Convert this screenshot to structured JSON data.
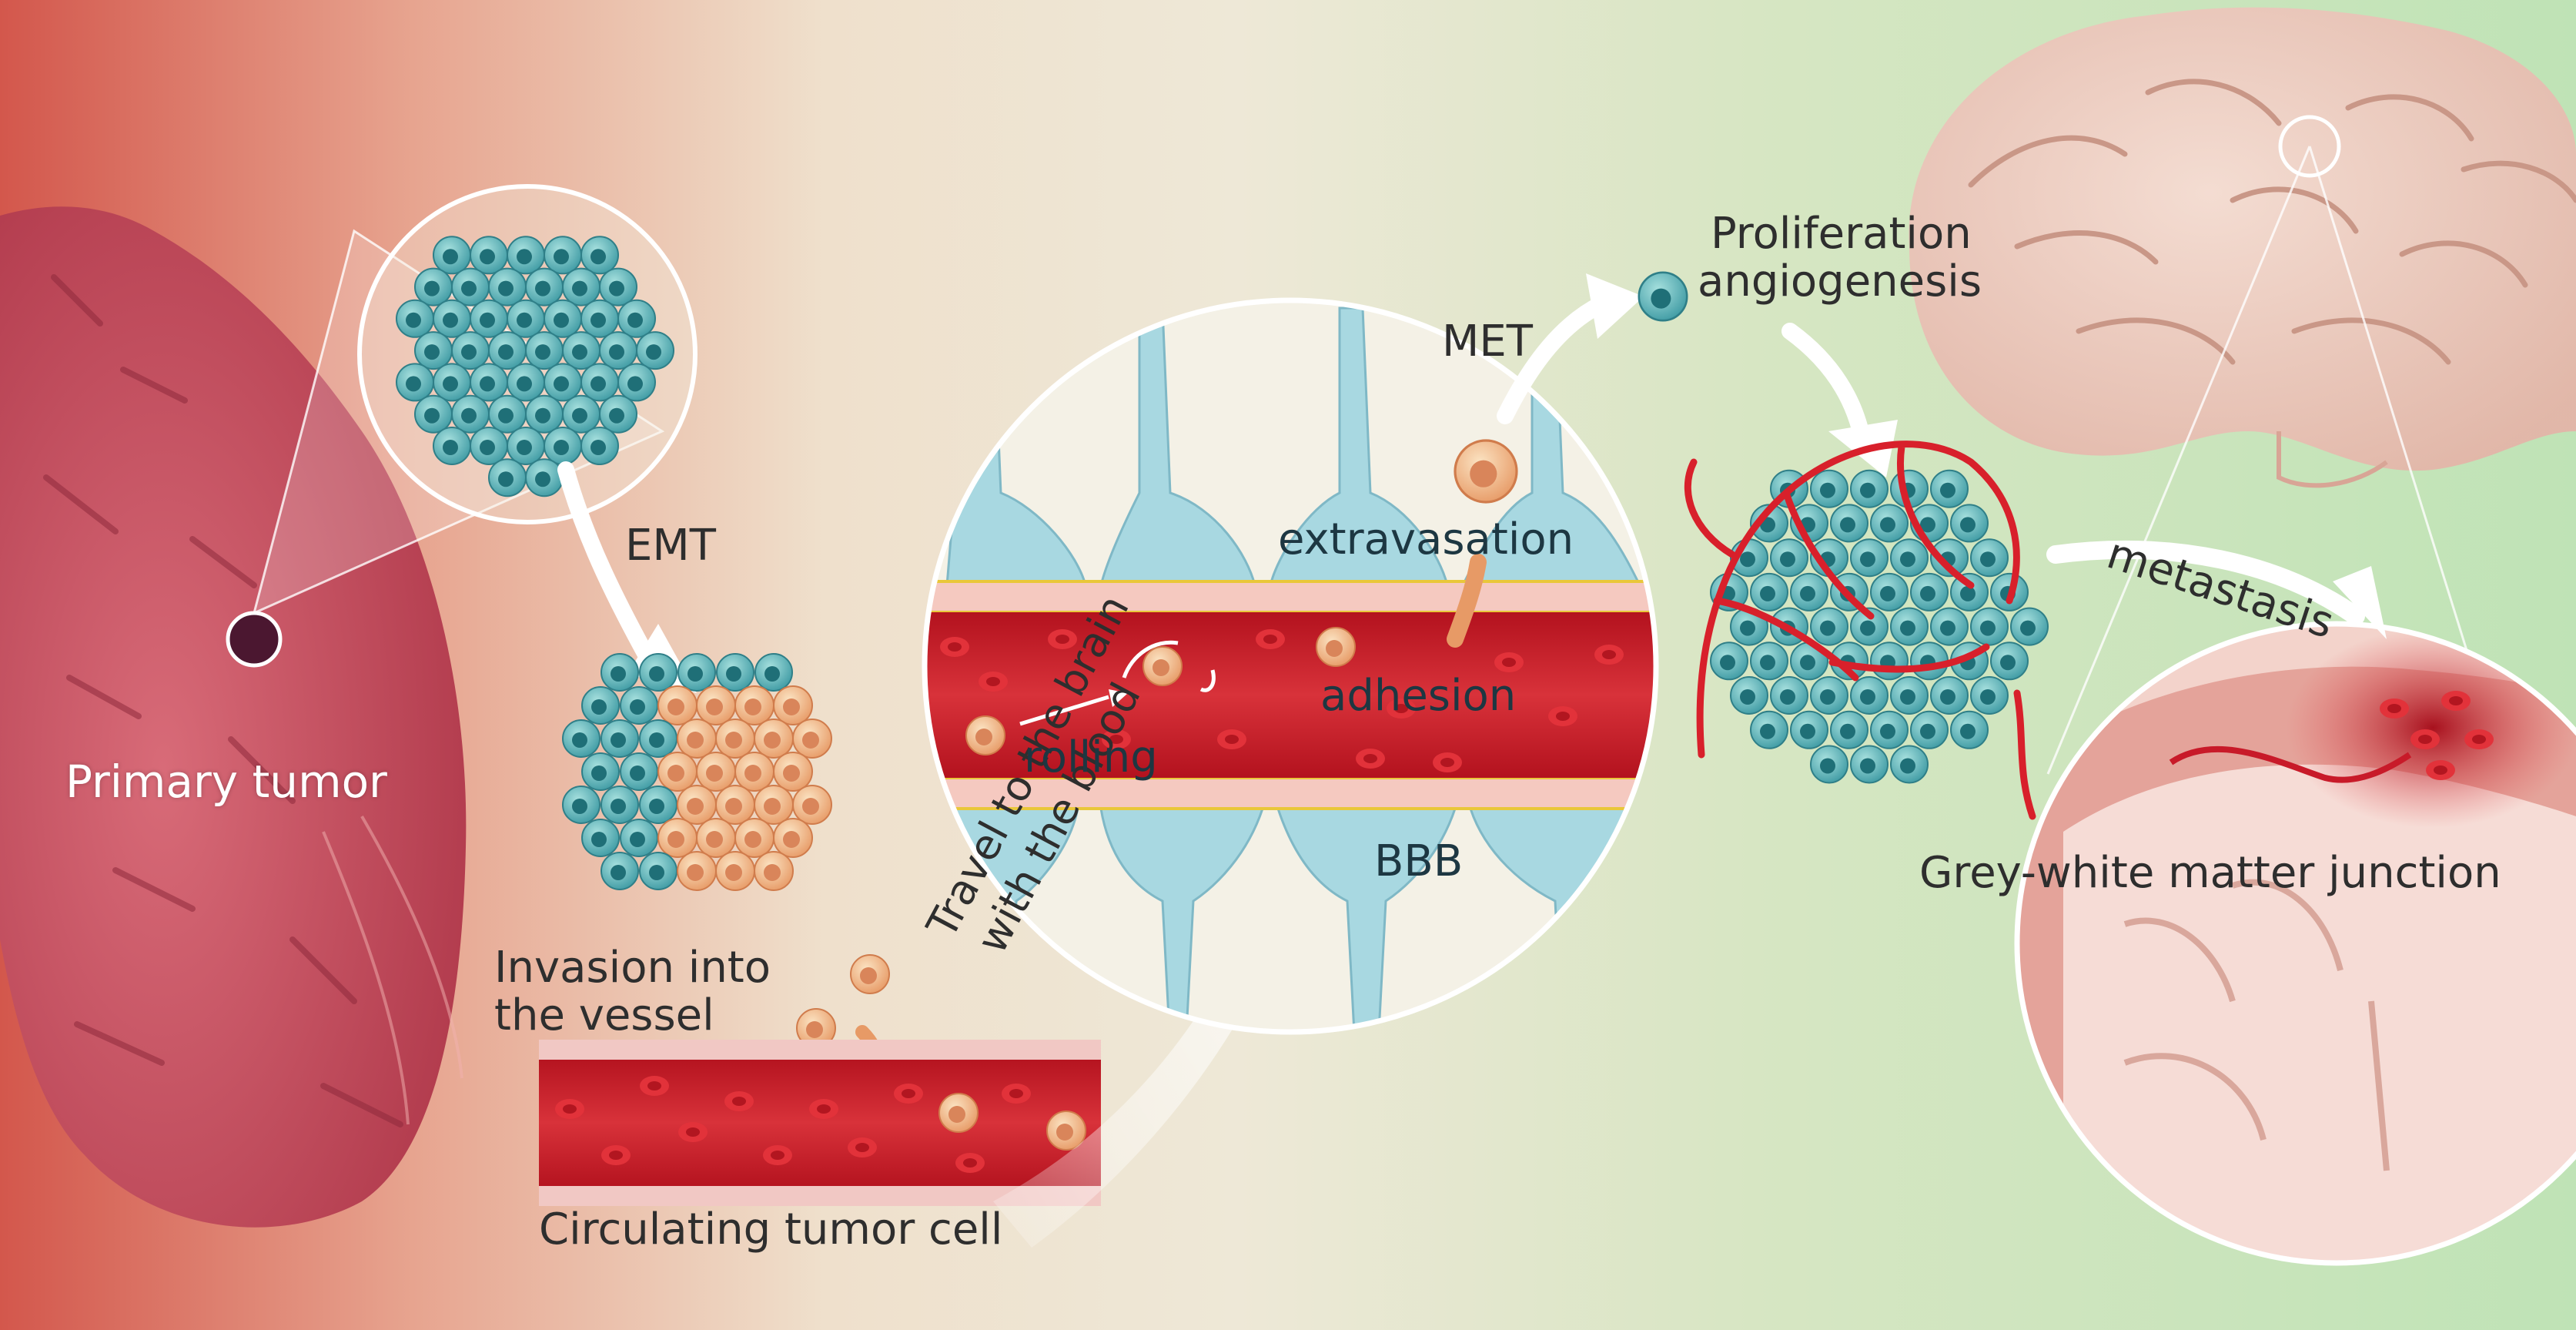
{
  "labels": {
    "emt": "EMT",
    "primary_tumor": "Primary tumor",
    "invasion_line1": "Invasion into",
    "invasion_line2": "the vessel",
    "circulating": "Circulating tumor cell",
    "travel_line1": "Travel to the brain",
    "travel_line2": "with the blood",
    "rolling": "rolling",
    "adhesion": "adhesion",
    "extravasation": "extravasation",
    "bbb": "BBB",
    "met": "MET",
    "prolif_line1": "Proliferation",
    "prolif_line2": "angiogenesis",
    "metastasis": "metastasis",
    "junction": "Grey-white matter junction"
  },
  "colors": {
    "tumor_cell": "#5cb5b8",
    "cell_nucleus": "#1f6f77",
    "ctc": "#f2c594",
    "blood": "#d4202a",
    "lung": "#c74a5a",
    "brain": "#efcfc4",
    "bbb_cell": "#a8d8e1"
  },
  "icons": [
    "lung-tissue-icon",
    "tumor-cluster-icon",
    "blood-vessel-icon",
    "brain-icon",
    "blood-brain-barrier-icon"
  ]
}
